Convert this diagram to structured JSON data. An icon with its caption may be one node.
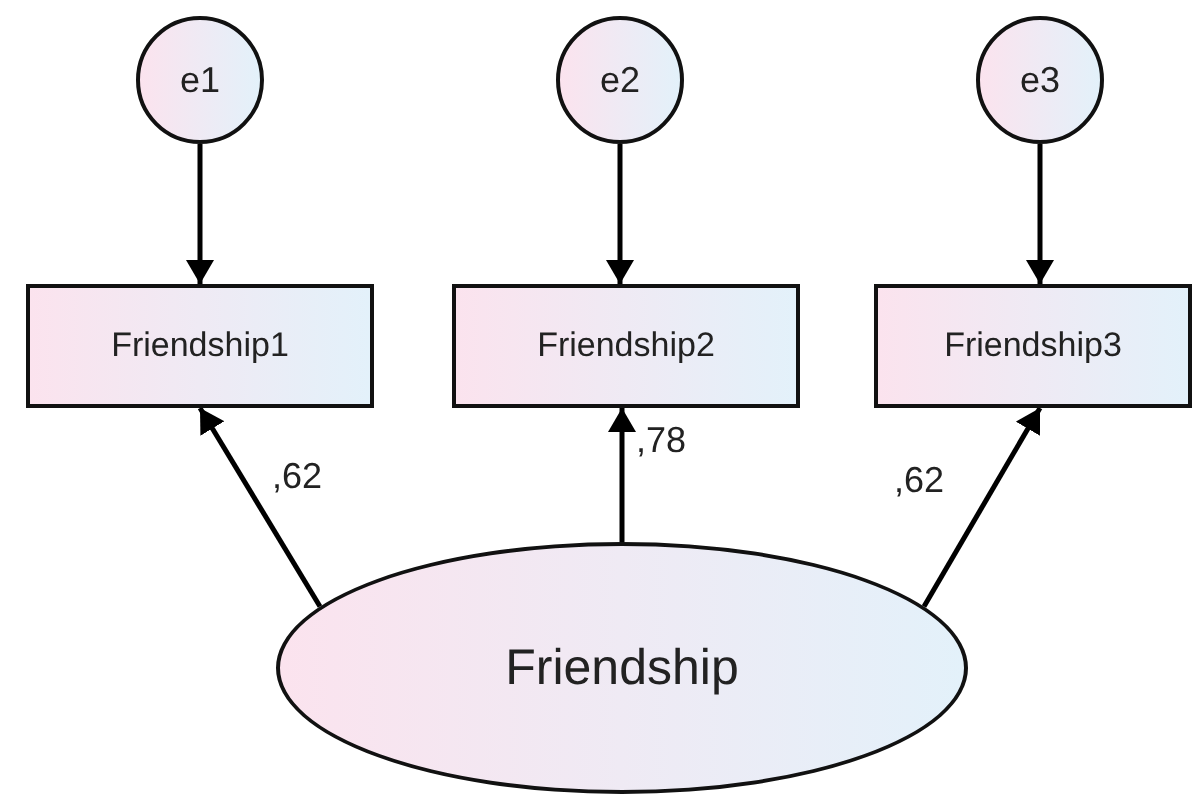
{
  "diagram": {
    "nodes": [
      {
        "text": [
          "e1"
        ]
      },
      {
        "text": [
          "e2"
        ]
      },
      {
        "text": [
          "e3"
        ]
      },
      {
        "text": [
          "Friendship1"
        ]
      },
      {
        "text": [
          "Friendship2"
        ]
      },
      {
        "text": [
          "Friendship3"
        ]
      },
      {
        "text": [
          "Friendship"
        ]
      }
    ],
    "edges": [
      {
        "from": 0,
        "to": 3,
        "arrow": "to"
      },
      {
        "from": 1,
        "to": 4,
        "arrow": "to"
      },
      {
        "from": 2,
        "to": 5,
        "arrow": "to"
      },
      {
        "from": 6,
        "to": 3,
        "arrow": "to",
        "label": ",62"
      },
      {
        "from": 6,
        "to": 4,
        "arrow": "to",
        "label": ",78"
      },
      {
        "from": 6,
        "to": 5,
        "arrow": "to",
        "label": ",62"
      }
    ]
  }
}
